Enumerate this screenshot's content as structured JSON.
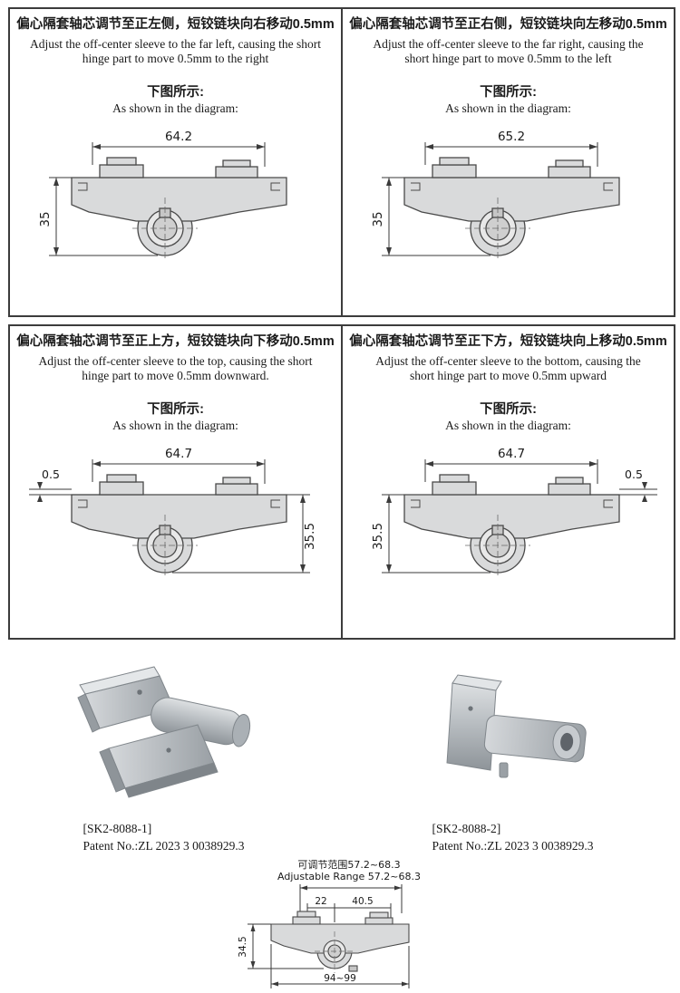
{
  "colors": {
    "frame_border": "#3c3c3c",
    "diagram_fill": "#d9dadb",
    "diagram_line": "#4a4a4a",
    "product_metal": "#b9bec2"
  },
  "panels": [
    {
      "title_cn": "偏心隔套轴芯调节至正左侧，短铰链块向右移动0.5mm",
      "title_en": "Adjust the off-center sleeve to the far left, causing the short hinge part to move 0.5mm to the right",
      "caption_cn": "下图所示:",
      "caption_en": "As shown in the diagram:",
      "dim_width": "64.2",
      "dim_height": "35",
      "dim_offset": ""
    },
    {
      "title_cn": "偏心隔套轴芯调节至正右侧，短铰链块向左移动0.5mm",
      "title_en": "Adjust the off-center sleeve to the far right, causing the short hinge part to move 0.5mm to the left",
      "caption_cn": "下图所示:",
      "caption_en": "As shown in the diagram:",
      "dim_width": "65.2",
      "dim_height": "35",
      "dim_offset": ""
    },
    {
      "title_cn": "偏心隔套轴芯调节至正上方，短铰链块向下移动0.5mm",
      "title_en": "Adjust the off-center sleeve to the top, causing the short hinge part to move 0.5mm downward.",
      "caption_cn": "下图所示:",
      "caption_en": "As shown in the diagram:",
      "dim_width": "64.7",
      "dim_height": "35.5",
      "dim_offset": "0.5"
    },
    {
      "title_cn": "偏心隔套轴芯调节至正下方，短铰链块向上移动0.5mm",
      "title_en": "Adjust the off-center sleeve to the bottom, causing the short hinge part to move 0.5mm upward",
      "caption_cn": "下图所示:",
      "caption_en": "As shown in the diagram:",
      "dim_width": "64.7",
      "dim_height": "35.5",
      "dim_offset": "0.5"
    }
  ],
  "products": [
    {
      "model": "[SK2-8088-1]",
      "patent": "Patent No.:ZL 2023 3 0038929.3"
    },
    {
      "model": "[SK2-8088-2]",
      "patent": "Patent No.:ZL 2023 3 0038929.3"
    }
  ],
  "range_drawing": {
    "range_cn": "可调节范围57.2~68.3",
    "range_en": "Adjustable Range  57.2~68.3",
    "dim_a": "22",
    "dim_b": "40.5",
    "dim_side": "34.5",
    "dim_bottom": "94~99"
  }
}
